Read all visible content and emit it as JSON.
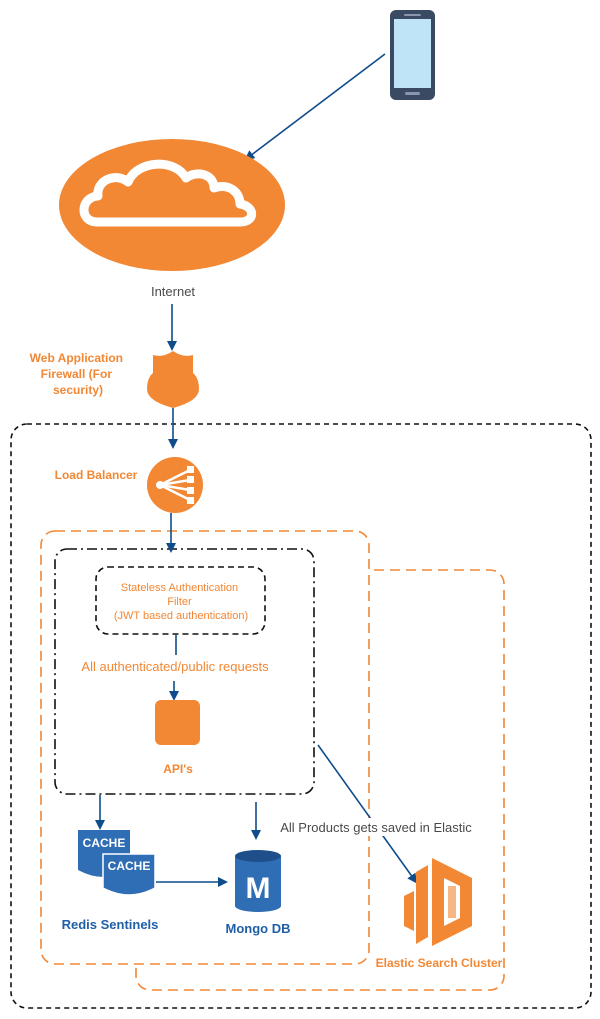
{
  "labels": {
    "internet": "Internet",
    "waf_line1": "Web Application",
    "waf_line2": "Firewall (For",
    "waf_line3": "security)",
    "load_balancer": "Load Balancer",
    "auth_line1": "Stateless Authentication",
    "auth_line2": "Filter",
    "auth_line3": "(JWT based authentication)",
    "requests": "All authenticated/public requests",
    "apis": "API's",
    "cache_top": "CACHE",
    "cache_bottom": "CACHE",
    "redis": "Redis Sentinels",
    "mongo_letter": "M",
    "mongo": "Mongo DB",
    "elastic_note": "All Products gets saved in Elastic",
    "elastic_cluster": "Elastic Search Cluster"
  },
  "icons": {
    "phone": "mobile-phone-icon",
    "cloud": "cloud-icon",
    "firewall": "shield-icon",
    "load_balancer": "load-balancer-icon",
    "api": "api-square-icon",
    "cache": "cache-icon",
    "mongo": "database-icon",
    "elastic": "elasticsearch-icon"
  },
  "colors": {
    "orange": "#f28734",
    "blue": "#1f5fa8",
    "cache_blue": "#2f6db5",
    "gray_text": "#4a4a4a",
    "arrow": "#0f4c8a"
  }
}
